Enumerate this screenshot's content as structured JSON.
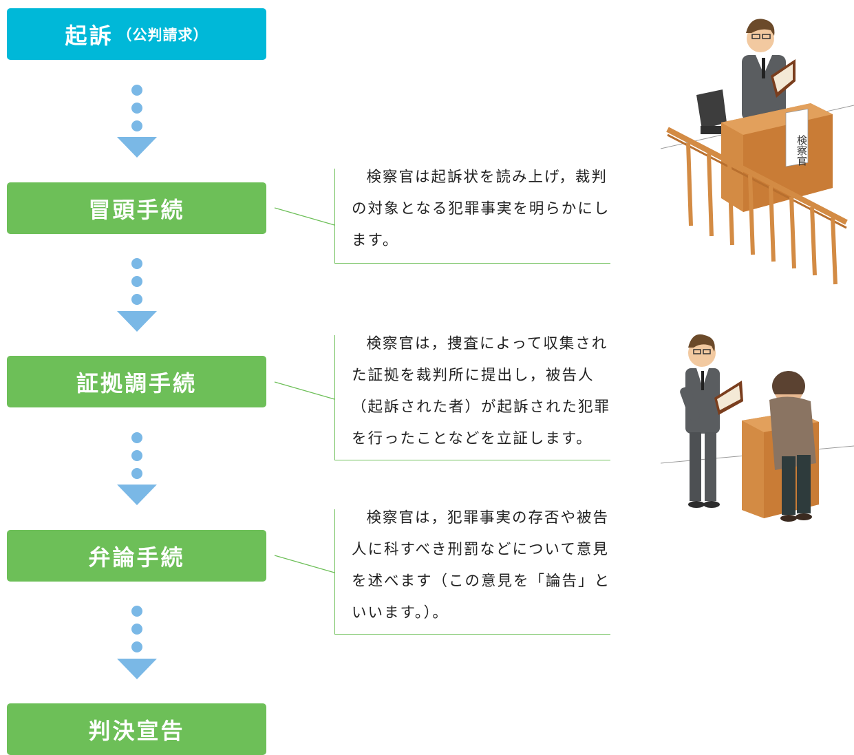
{
  "flow": {
    "steps": [
      {
        "label": "起訴",
        "sub": "（公判請求）"
      },
      {
        "label": "冒頭手続"
      },
      {
        "label": "証拠調手続"
      },
      {
        "label": "弁論手続"
      },
      {
        "label": "判決宣告"
      }
    ]
  },
  "descriptions": [
    {
      "text": "検察官は起訴状を読み上げ，裁判の対象となる犯罪事実を明らかにします。"
    },
    {
      "text": "検察官は，捜査によって収集された証拠を裁判所に提出し，被告人（起訴された者）が起訴された犯罪を行ったことなどを立証します。"
    },
    {
      "text": "検察官は，犯罪事実の存否や被告人に科すべき刑罰などについて意見を述べます（この意見を「論告」といいます。）。"
    }
  ],
  "illustrations": {
    "desk_sign": "検察官"
  },
  "colors": {
    "first_step": "#00b8d8",
    "step": "#6dbf58",
    "arrow": "#7ab8e6"
  }
}
